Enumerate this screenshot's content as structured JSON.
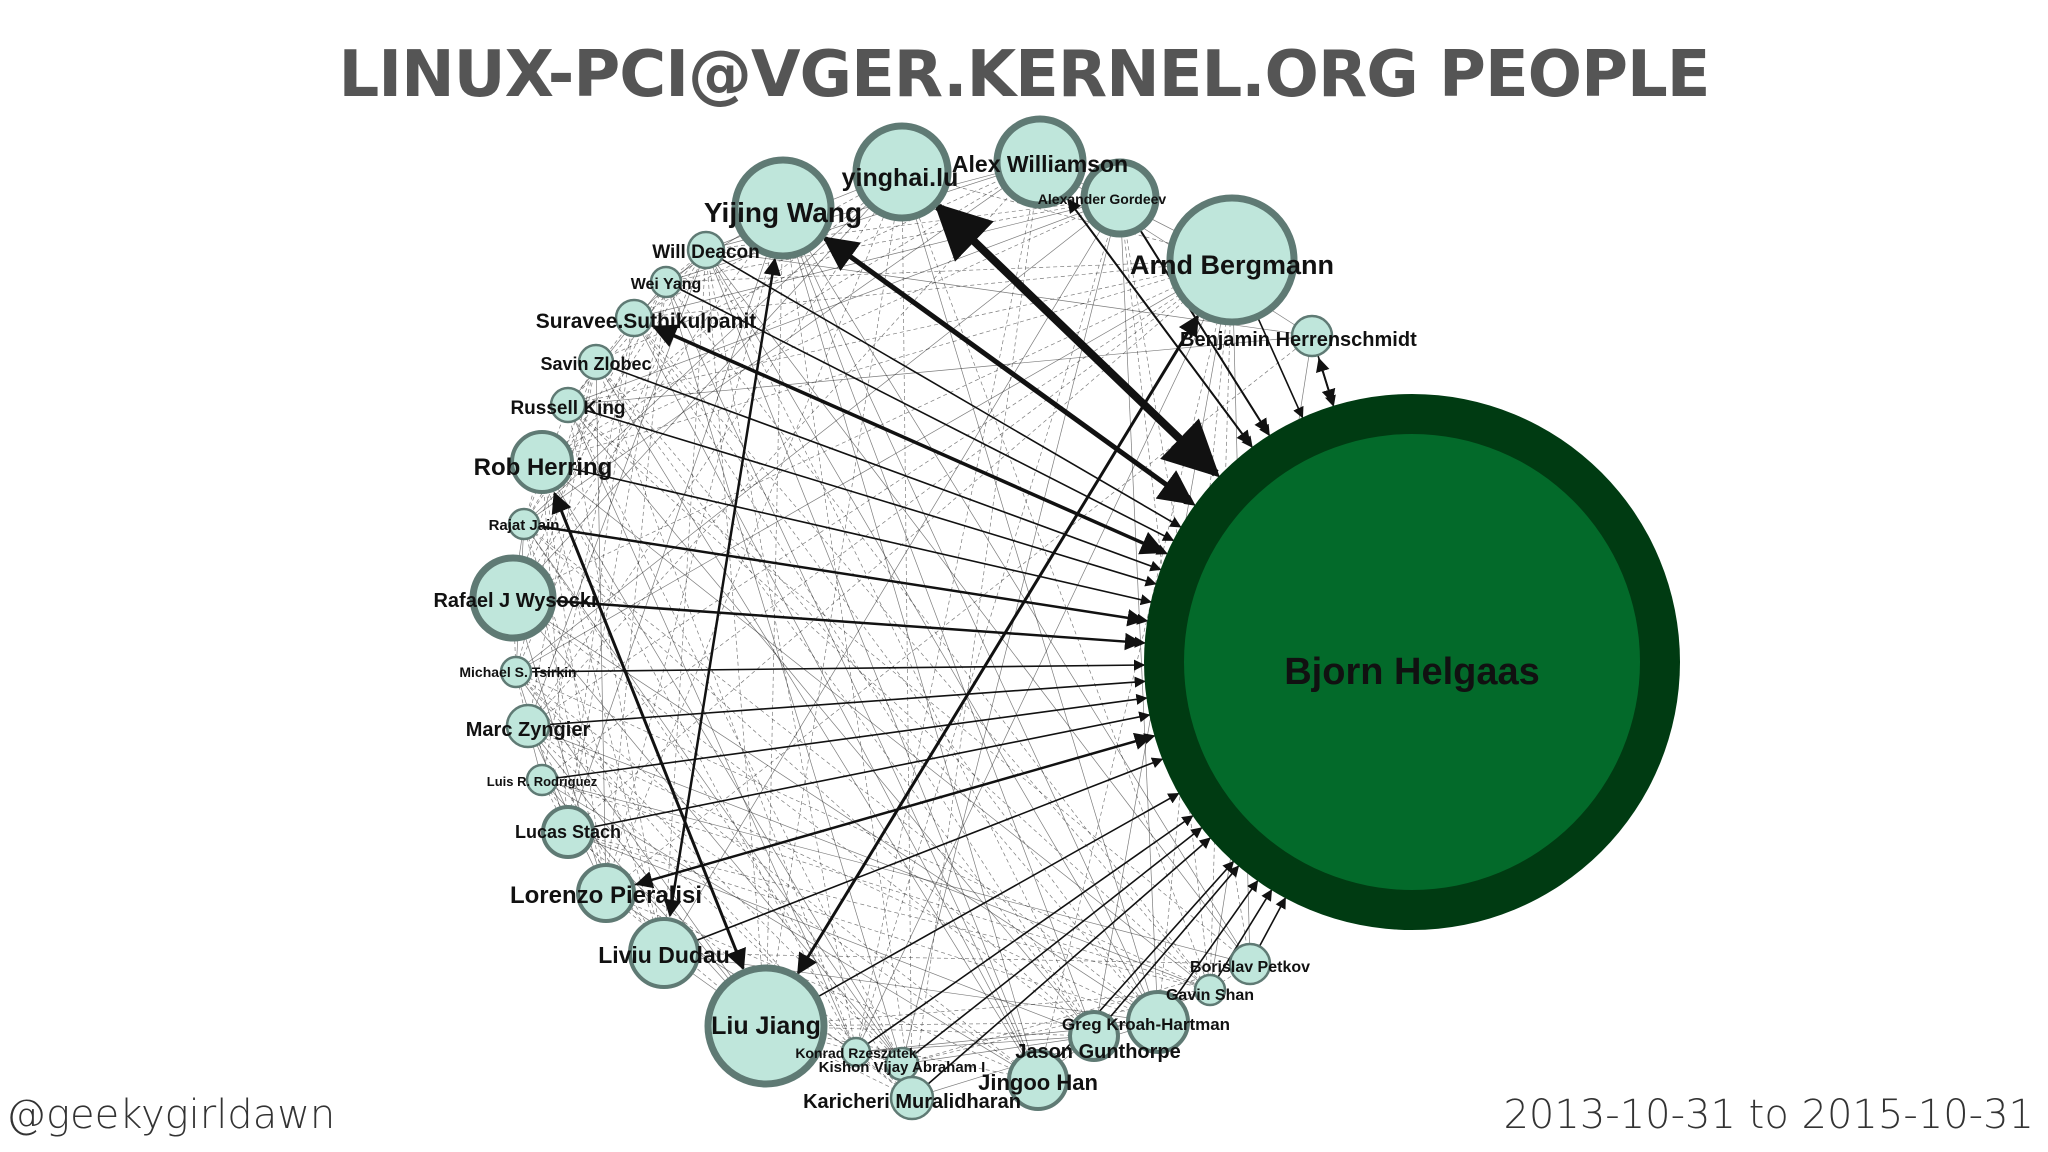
{
  "slide": {
    "title": "LINUX-PCI@VGER.KERNEL.ORG PEOPLE",
    "handle": "@geekygirldawn",
    "date_range": "2013-10-31 to 2015-10-31"
  },
  "colors": {
    "node_fill": "#bfe6db",
    "node_stroke": "#5f7a74",
    "hub_fill": "#036a2a",
    "hub_ring": "#003b12",
    "edge": "#111111"
  },
  "graph": {
    "hub": {
      "name": "Bjorn Helgaas"
    },
    "nodes": [
      {
        "id": "yinghai",
        "name": "yinghai.lu"
      },
      {
        "id": "alexw",
        "name": "Alex Williamson"
      },
      {
        "id": "gordeev",
        "name": "Alexander Gordeev"
      },
      {
        "id": "arnd",
        "name": "Arnd Bergmann"
      },
      {
        "id": "benh",
        "name": "Benjamin Herrenschmidt"
      },
      {
        "id": "yijing",
        "name": "Yijing Wang"
      },
      {
        "id": "deacon",
        "name": "Will Deacon"
      },
      {
        "id": "weiyang",
        "name": "Wei Yang"
      },
      {
        "id": "suravee",
        "name": "Suravee.Suthikulpanit"
      },
      {
        "id": "zlobec",
        "name": "Savin Zlobec"
      },
      {
        "id": "rking",
        "name": "Russell King"
      },
      {
        "id": "herring",
        "name": "Rob Herring"
      },
      {
        "id": "rajat",
        "name": "Rajat Jain"
      },
      {
        "id": "rafael",
        "name": "Rafael J Wysocki"
      },
      {
        "id": "mst",
        "name": "Michael S. Tsirkin"
      },
      {
        "id": "zyngier",
        "name": "Marc Zyngier"
      },
      {
        "id": "luis",
        "name": "Luis R. Rodriguez"
      },
      {
        "id": "stach",
        "name": "Lucas Stach"
      },
      {
        "id": "pieralisi",
        "name": "Lorenzo Pieralisi"
      },
      {
        "id": "dudau",
        "name": "Liviu Dudau"
      },
      {
        "id": "liujiang",
        "name": "Liu Jiang"
      },
      {
        "id": "konrad",
        "name": "Konrad Rzeszutek"
      },
      {
        "id": "kishon",
        "name": "Kishon Vijay Abraham I"
      },
      {
        "id": "karicheri",
        "name": "Karicheri Muralidharan"
      },
      {
        "id": "jingoo",
        "name": "Jingoo Han"
      },
      {
        "id": "gunthorpe",
        "name": "Jason Gunthorpe"
      },
      {
        "id": "gregkh",
        "name": "Greg Kroah-Hartman"
      },
      {
        "id": "gavin",
        "name": "Gavin Shan"
      },
      {
        "id": "petkov",
        "name": "Borislav Petkov"
      }
    ]
  }
}
